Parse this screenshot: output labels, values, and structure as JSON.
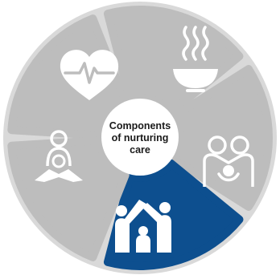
{
  "center": {
    "line1": "Components",
    "line2": "of nurturing",
    "line3": "care"
  },
  "colors": {
    "segment_gray": "#bdbdbd",
    "segment_highlight": "#0d4f8f",
    "ring_outer": "#d9d9d9",
    "icon": "#ffffff",
    "hub": "#ffffff"
  },
  "segments": [
    {
      "icon": "heart-monitor-icon",
      "highlighted": false
    },
    {
      "icon": "soup-bowl-icon",
      "highlighted": false
    },
    {
      "icon": "parent-holding-child-icon",
      "highlighted": false
    },
    {
      "icon": "family-shelter-icon",
      "highlighted": true
    },
    {
      "icon": "child-playing-icon",
      "highlighted": false
    }
  ]
}
